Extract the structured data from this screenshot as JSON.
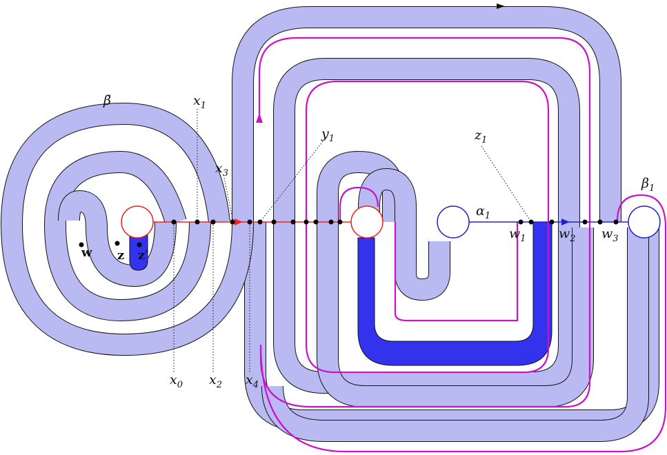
{
  "labels": {
    "beta_tilde": "β̃",
    "x1": "x",
    "x1_sub": "1",
    "x3": "x",
    "x3_sub": "3",
    "y1": "y",
    "y1_sub": "1",
    "z1": "z",
    "z1_sub": "1",
    "beta1": "β",
    "beta1_sub": "1",
    "alpha1": "α",
    "alpha1_sub": "1",
    "w1": "w",
    "w1_sub": "1",
    "w2": "w",
    "w2_sub": "2",
    "w3": "w",
    "w3_sub": "3",
    "x0": "x",
    "x0_sub": "0",
    "x2": "x",
    "x2_sub": "2",
    "x4": "x",
    "x4_sub": "4",
    "w_bold": "w",
    "z_bold": "z",
    "zprime_bold": "z′"
  },
  "colors": {
    "band_fill": "#babaf2",
    "band_outline": "#111111",
    "dark_blue": "#3333ee",
    "red": "#ee2222",
    "magenta": "#cc11cc",
    "blue_circle": "#2222cc"
  }
}
